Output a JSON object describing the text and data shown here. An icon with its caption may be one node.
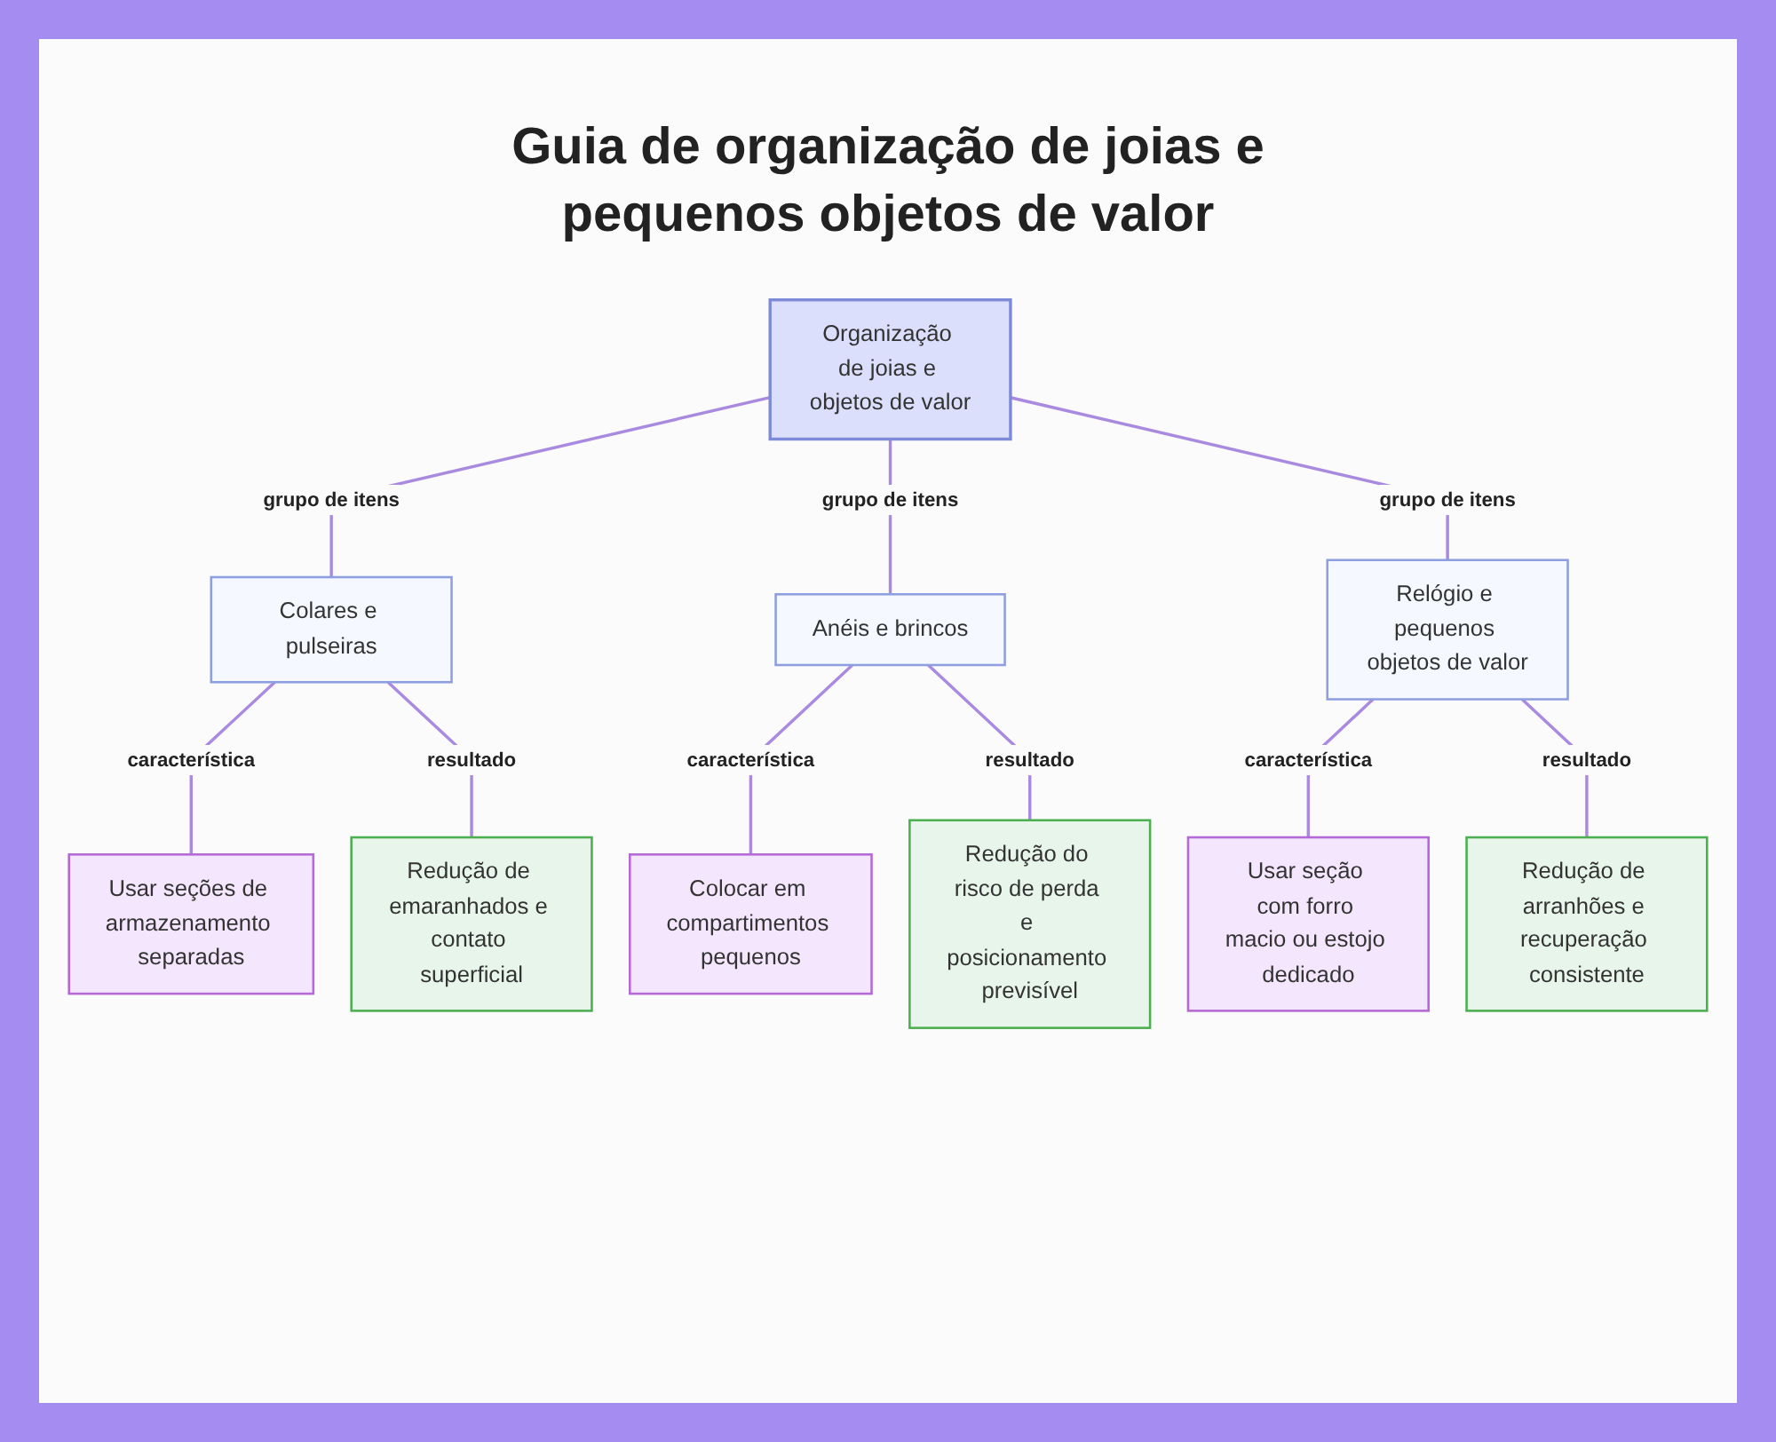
{
  "diagram": {
    "title": "Guia de organização de joias e pequenos objetos de valor",
    "nodes": [
      {
        "text": [
          "Organização de joias e objetos de valor"
        ]
      },
      {
        "text": [
          "Colares e pulseiras"
        ]
      },
      {
        "text": [
          "Anéis e brincos"
        ]
      },
      {
        "text": [
          "Relógio e pequenos objetos de valor"
        ]
      },
      {
        "text": [
          "Usar seções de armazenamento separadas"
        ]
      },
      {
        "text": [
          "Redução de emaranhados e contato superficial"
        ]
      },
      {
        "text": [
          "Colocar em compartimentos pequenos"
        ]
      },
      {
        "text": [
          "Redução do risco de perda e posicionamento previsível"
        ]
      },
      {
        "text": [
          "Usar seção com forro macio ou estojo dedicado"
        ]
      },
      {
        "text": [
          "Redução de arranhões e recuperação consistente"
        ]
      }
    ],
    "edges": [
      {
        "from": 0,
        "to": 1,
        "arrow": "none",
        "label": "grupo de itens"
      },
      {
        "from": 0,
        "to": 2,
        "arrow": "none",
        "label": "grupo de itens"
      },
      {
        "from": 0,
        "to": 3,
        "arrow": "none",
        "label": "grupo de itens"
      },
      {
        "from": 1,
        "to": 4,
        "arrow": "none",
        "label": "característica"
      },
      {
        "from": 1,
        "to": 5,
        "arrow": "none",
        "label": "resultado"
      },
      {
        "from": 2,
        "to": 6,
        "arrow": "none",
        "label": "característica"
      },
      {
        "from": 2,
        "to": 7,
        "arrow": "none",
        "label": "resultado"
      },
      {
        "from": 3,
        "to": 8,
        "arrow": "none",
        "label": "característica"
      },
      {
        "from": 3,
        "to": 9,
        "arrow": "none",
        "label": "resultado"
      }
    ]
  }
}
